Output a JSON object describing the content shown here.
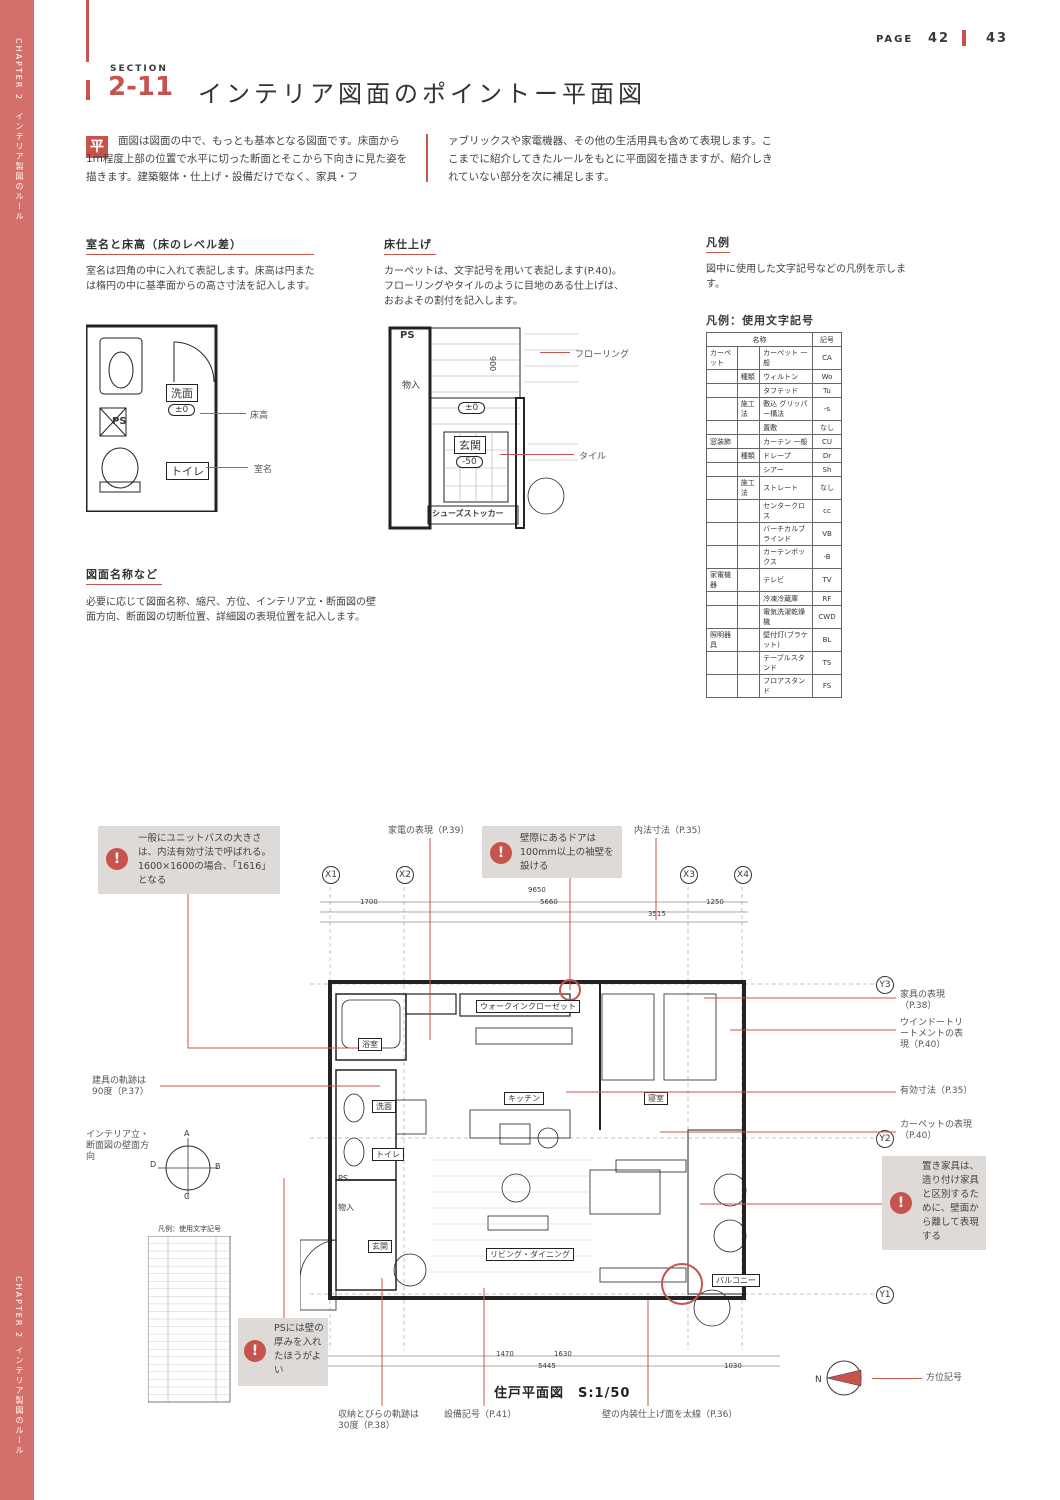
{
  "sidebar": {
    "chapter_top": "CHAPTER 2",
    "subtitle_top": "インテリア製図のルール",
    "chapter_bottom": "CHAPTER 2",
    "subtitle_bottom": "インテリア製図のルール"
  },
  "header": {
    "page_label": "PAGE",
    "page_left": "42",
    "page_right": "43"
  },
  "section": {
    "label": "SECTION",
    "number": "2-11",
    "title": "インテリア図面のポイントー平面図"
  },
  "intro": {
    "kanji": "平",
    "left": "面図は図面の中で、もっとも基本となる図面です。床面から1m程度上部の位置で水平に切った断面とそこから下向きに見た姿を描きます。建築躯体・仕上げ・設備だけでなく、家具・フ",
    "right": "ァブリックスや家電機器、その他の生活用具も含めて表現します。ここまでに紹介してきたルールをもとに平面図を描きますが、紹介しきれていない部分を次に補足します。"
  },
  "sec_room": {
    "heading": "室名と床高（床のレベル差）",
    "body": "室名は四角の中に入れて表記します。床高は円または楕円の中に基準面からの高さ寸法を記入します。",
    "label_floor": "床高",
    "label_room": "室名",
    "room1": "洗面",
    "room2": "トイレ",
    "ps": "PS",
    "level": "±0"
  },
  "sec_finish": {
    "heading": "床仕上げ",
    "body": "カーペットは、文字記号を用いて表記します(P.40)。フローリングやタイルのように目地のある仕上げは、おおよその割付を記入します。",
    "label_flooring": "フローリング",
    "label_tile": "タイル",
    "ps": "PS",
    "entry": "玄関",
    "entry_level": "-50",
    "level": "±0",
    "storage": "物入",
    "shoe": "シューズストッカー",
    "dim": "900"
  },
  "sec_legend": {
    "heading": "凡例",
    "body": "図中に使用した文字記号などの凡例を示します。",
    "table_title": "凡例：使用文字記号",
    "col_name": "名称",
    "col_code": "記号",
    "rows": [
      [
        "カーペット",
        "",
        "カーペット 一般",
        "CA"
      ],
      [
        "",
        "種類",
        "ウィルトン",
        "Wo"
      ],
      [
        "",
        "",
        "タフテッド",
        "Tu"
      ],
      [
        "",
        "施工法",
        "敷込 グリッパー構法",
        "-s"
      ],
      [
        "",
        "",
        "置敷",
        "なし"
      ],
      [
        "窓装飾",
        "",
        "カーテン 一般",
        "CU"
      ],
      [
        "",
        "種類",
        "ドレープ",
        "Dr"
      ],
      [
        "",
        "",
        "シアー",
        "Sh"
      ],
      [
        "",
        "施工法",
        "ストレート",
        "なし"
      ],
      [
        "",
        "",
        "センタークロス",
        "cc"
      ],
      [
        "",
        "",
        "バーチカルブラインド",
        "VB"
      ],
      [
        "",
        "",
        "カーテンボックス",
        "-B"
      ],
      [
        "家電機器",
        "",
        "テレビ",
        "TV"
      ],
      [
        "",
        "",
        "冷凍冷蔵庫",
        "RF"
      ],
      [
        "",
        "",
        "電気洗濯乾燥機",
        "CWD"
      ],
      [
        "照明器具",
        "",
        "壁付灯(ブラケット)",
        "BL"
      ],
      [
        "",
        "",
        "テーブルスタンド",
        "TS"
      ],
      [
        "",
        "",
        "フロアスタンド",
        "FS"
      ]
    ]
  },
  "sec_drawing": {
    "heading": "図面名称など",
    "body": "必要に応じて図面名称、縮尺、方位、インテリア立・断面図の壁面方向、断面図の切断位置、詳細図の表現位置を記入します。"
  },
  "plan": {
    "caption": "住戸平面図　S:1/50",
    "axes": [
      "X1",
      "X2",
      "X3",
      "X4",
      "Y1",
      "Y2",
      "Y3"
    ],
    "rooms": [
      "ウォークインクローゼット",
      "キッチン",
      "寝室",
      "洗面",
      "トイレ",
      "玄関",
      "リビング・ダイニング",
      "バルコニー",
      "浴室",
      "物入",
      "PS"
    ],
    "dims_top": [
      "1700",
      "5660",
      "1250",
      "9650",
      "3515"
    ],
    "dims_bottom": [
      "1470",
      "1630",
      "5445",
      "1030"
    ],
    "compass": {
      "a": "A",
      "b": "B",
      "c": "C",
      "d": "D"
    }
  },
  "annotations": {
    "unit_bath": "一般にユニットバスの大きさは、内法有効寸法で呼ばれる。1600×1600の場合、「1616」となる",
    "appliance": "家電の表現（P.39）",
    "door": "壁際にあるドアは100mm以上の袖壁を設ける",
    "inner_dim": "内法寸法（P.35）",
    "furniture": "家具の表現（P.38）",
    "window": "ウインドートリートメントの表現（P.40）",
    "effective": "有効寸法（P.35）",
    "carpet": "カーペットの表現（P.40）",
    "placed_furniture": "置き家具は、造り付け家具と区別するために、壁面から離して表現する",
    "door_swing": "建具の軌跡は90度（P.37）",
    "elevation": "インテリア立・断面図の壁面方向",
    "ps_note": "PSには壁の厚みを入れたほうがよい",
    "storage_swing": "収納とびらの軌跡は30度（P.38）",
    "equipment": "設備記号（P.41）",
    "wall_line": "壁の内装仕上げ面を太線（P.36）",
    "north": "方位記号"
  },
  "mini_legend": {
    "title": "凡例：使用文字記号"
  }
}
